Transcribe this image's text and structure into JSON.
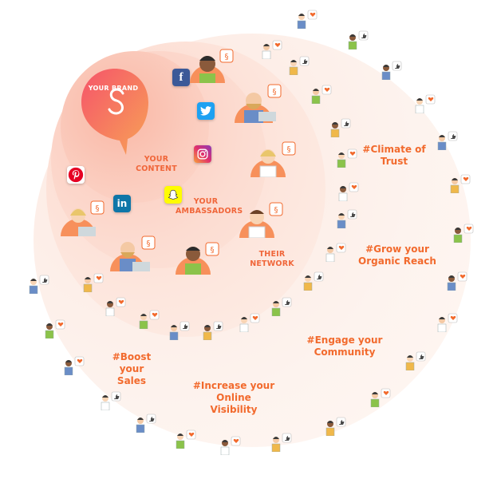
{
  "brand": {
    "label": "YOUR BRAND"
  },
  "rings": {
    "content": "YOUR\nCONTENT",
    "ambassadors": "YOUR\nAMBASSADORS",
    "network": "THEIR\nNETWORK"
  },
  "benefits": {
    "climate": "#Climate of\nTrust",
    "grow": "#Grow your\nOrganic Reach",
    "engage": "#Engage your\nCommunity",
    "visibility": "#Increase your\nOnline Visibility",
    "sales": "#Boost\nyour Sales"
  },
  "social_icons": [
    "facebook-icon",
    "twitter-icon",
    "instagram-icon",
    "snapchat-icon",
    "pinterest-icon",
    "linkedin-icon"
  ],
  "colors": {
    "accent": "#f26a2d",
    "brand": "#f5685a",
    "gradient_light": "#fde9e2"
  }
}
